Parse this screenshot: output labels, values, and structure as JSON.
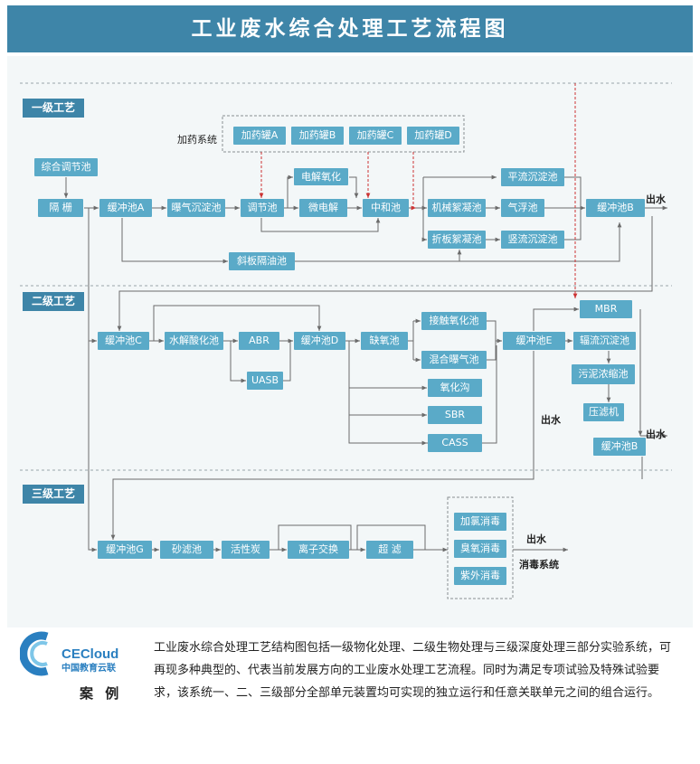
{
  "title": "工业废水综合处理工艺流程图",
  "stages": {
    "stage1": "一级工艺",
    "stage2": "二级工艺",
    "stage3": "三级工艺"
  },
  "labels": {
    "dosing_system": "加药系统",
    "outlet": "出水",
    "disinfection_system": "消毒系统"
  },
  "nodes": {
    "regulating_pool_composite": "综合调节池",
    "screen": "隔    栅",
    "buffer_a": "缓冲池A",
    "aeration_settling": "曝气沉淀池",
    "adjust_pool": "调节池",
    "micro_electrolysis": "微电解",
    "electrolytic_oxidation": "电解氧化",
    "neutral_pool": "中和池",
    "dose_tank_a": "加药罐A",
    "dose_tank_b": "加药罐B",
    "dose_tank_c": "加药罐C",
    "dose_tank_d": "加药罐D",
    "mechanical_flocculation": "机械絮凝池",
    "folded_flocculation": "折板絮凝池",
    "horizontal_settling": "平流沉淀池",
    "air_flotation": "气浮池",
    "vertical_settling": "竖流沉淀池",
    "buffer_b_top": "缓冲池B",
    "inclined_plate_oil": "斜板隔油池",
    "buffer_c": "缓冲池C",
    "hydrolysis_acidification": "水解酸化池",
    "abr": "ABR",
    "uasb": "UASB",
    "buffer_d": "缓冲池D",
    "anoxic_pool": "缺氧池",
    "contact_oxidation": "接触氧化池",
    "mixed_aeration": "混合曝气池",
    "oxidation_ditch": "氧化沟",
    "sbr": "SBR",
    "cass": "CASS",
    "buffer_e": "缓冲池E",
    "mbr": "MBR",
    "radial_settling": "辐流沉淀池",
    "sludge_thickening": "污泥浓缩池",
    "filter_press": "压滤机",
    "buffer_b_mid": "缓冲池B",
    "buffer_g": "缓冲池G",
    "sand_filter": "砂滤池",
    "activated_carbon": "活性炭",
    "ion_exchange": "离子交换",
    "ultrafiltration": "超    滤",
    "chlorine_disinfection": "加氯消毒",
    "ozone_disinfection": "臭氧消毒",
    "uv_disinfection": "紫外消毒"
  },
  "logo": {
    "brand": "CECloud",
    "sub": "中国教育云联"
  },
  "case_label": "案  例",
  "description": "工业废水综合处理工艺结构图包括一级物化处理、二级生物处理与三级深度处理三部分实验系统，可再现多种典型的、代表当前发展方向的工业废水处理工艺流程。同时为满足专项试验及特殊试验要求，该系统一、二、三级部分全部单元装置均可实现的独立运行和任意关联单元之间的组合运行。",
  "colors": {
    "title_bar": "#3e85a8",
    "node_fill": "#5aaac8",
    "panel_bg": "#f3f7f8",
    "line": "#6b6b6b",
    "dashed_red": "#cc3333"
  }
}
